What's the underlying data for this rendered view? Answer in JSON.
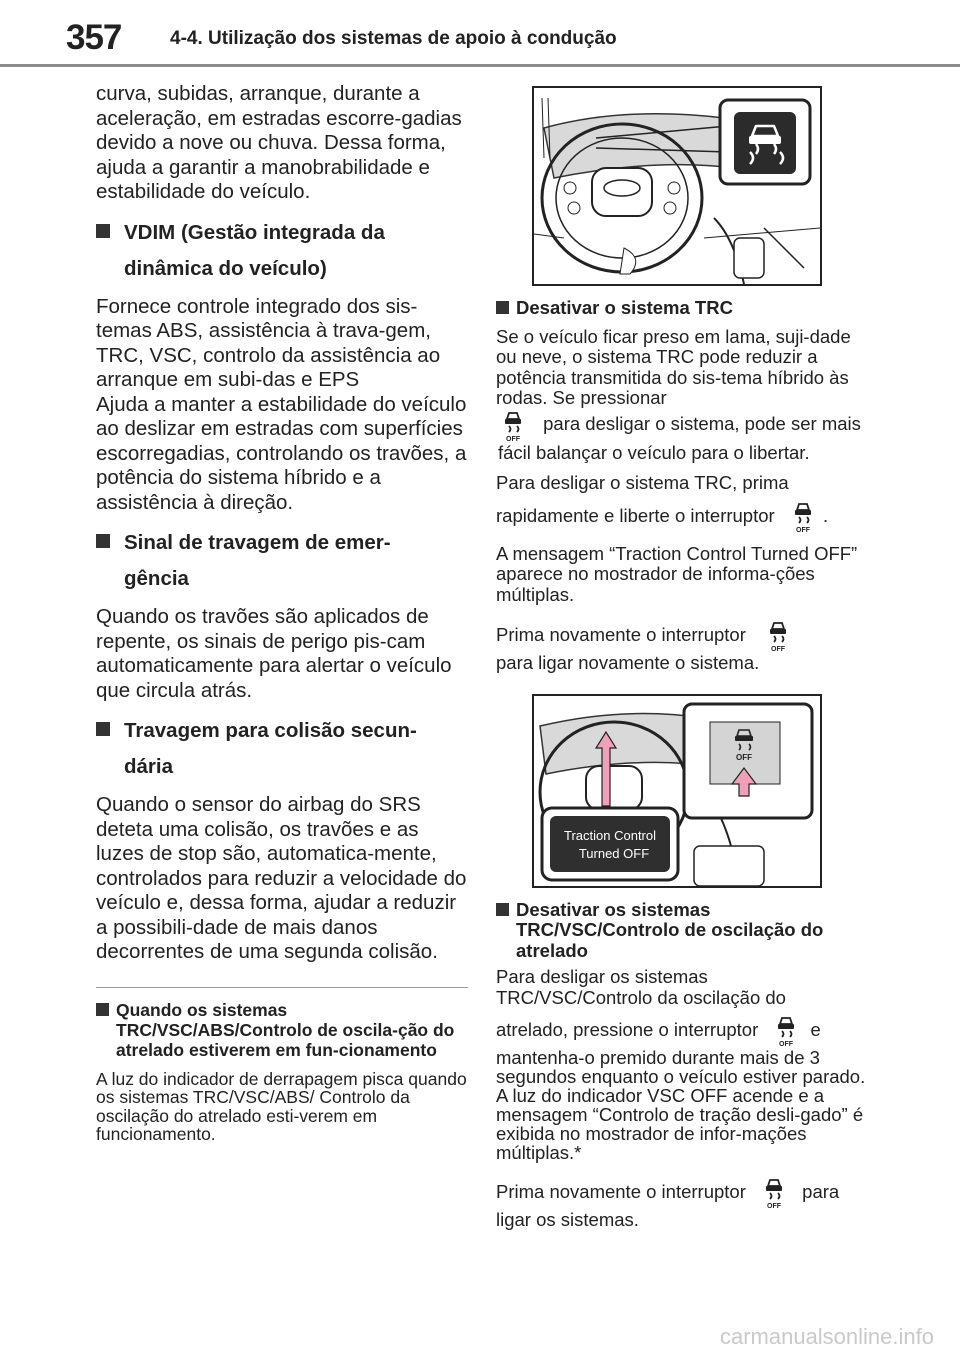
{
  "header": {
    "page_number": "357",
    "section": "4-4. Utilização dos sistemas de apoio à condução"
  },
  "left": {
    "intro": "curva, subidas, arranque, durante a aceleração, em estradas escorre-gadias devido a nove ou chuva. Dessa forma, ajuda a garantir a manobrabilidade e estabilidade do veículo.",
    "vdim_heading_1": "VDIM (Gestão integrada da",
    "vdim_heading_2": "dinâmica do veículo)",
    "vdim_text_1": "Fornece controle integrado dos sis-temas ABS, assistência à trava-gem, TRC, VSC, controlo da assistência ao arranque em subi-das e EPS",
    "vdim_text_2": "Ajuda a manter a estabilidade do veículo ao deslizar em estradas com superfícies escorregadias, controlando os travões, a potência do sistema híbrido e a assistência à direção.",
    "ess_heading_1": "Sinal de travagem de emer-",
    "ess_heading_2": "gência",
    "ess_text": "Quando os travões são aplicados de repente, os sinais de perigo pis-cam automaticamente para alertar o veículo que circula atrás.",
    "scb_heading_1": "Travagem para colisão secun-",
    "scb_heading_2": "dária",
    "scb_text": "Quando o sensor do airbag do SRS deteta uma colisão, os travões e as luzes de stop são, automatica-mente, controlados para reduzir a velocidade do veículo e, dessa forma, ajudar a reduzir a possibili-dade de mais danos decorrentes de uma segunda colisão.",
    "note_heading": "Quando os sistemas TRC/VSC/ABS/Controlo de oscila-ção do atrelado estiverem em fun-cionamento",
    "note_text": "A luz do indicador de derrapagem pisca quando os sistemas TRC/VSC/ABS/ Controlo da oscilação do atrelado esti-verem em funcionamento."
  },
  "right": {
    "trc_heading": "Desativar o sistema TRC",
    "trc_text_1": "Se o veículo ficar preso em lama, suji-dade ou neve, o sistema TRC pode reduzir a potência transmitida do sis-tema híbrido às rodas. Se pressionar",
    "trc_text_2": "para desligar o sistema, pode ser mais fácil balançar o veículo para o libertar.",
    "trc_text_3a": "Para desligar o sistema TRC, prima",
    "trc_text_3b": "rapidamente e liberte o interruptor",
    "trc_text_3c": ".",
    "trc_text_4": "A mensagem “Traction Control Turned OFF” aparece no mostrador de informa-ções múltiplas.",
    "trc_text_5a": "Prima novamente o interruptor",
    "trc_text_5b": "para ligar novamente o sistema.",
    "figure2_message": "Traction Control Turned OFF",
    "off_label": "OFF",
    "all_heading": "Desativar os sistemas TRC/VSC/Controlo de oscilação do atrelado",
    "all_text_1": "Para desligar os sistemas TRC/VSC/Controlo da oscilação do",
    "all_text_2a": "atrelado, pressione o interruptor",
    "all_text_2b": "e",
    "all_text_3": "mantenha-o premido durante mais de 3 segundos enquanto o veículo estiver parado.",
    "all_text_4": "A luz do indicador VSC OFF acende e a mensagem “Controlo de tração desli-gado” é exibida no mostrador de infor-mações múltiplas.*",
    "all_text_5a": "Prima novamente o interruptor",
    "all_text_5b": "para",
    "all_text_5c": "ligar os sistemas."
  },
  "watermark": "carmanualsonline.info"
}
